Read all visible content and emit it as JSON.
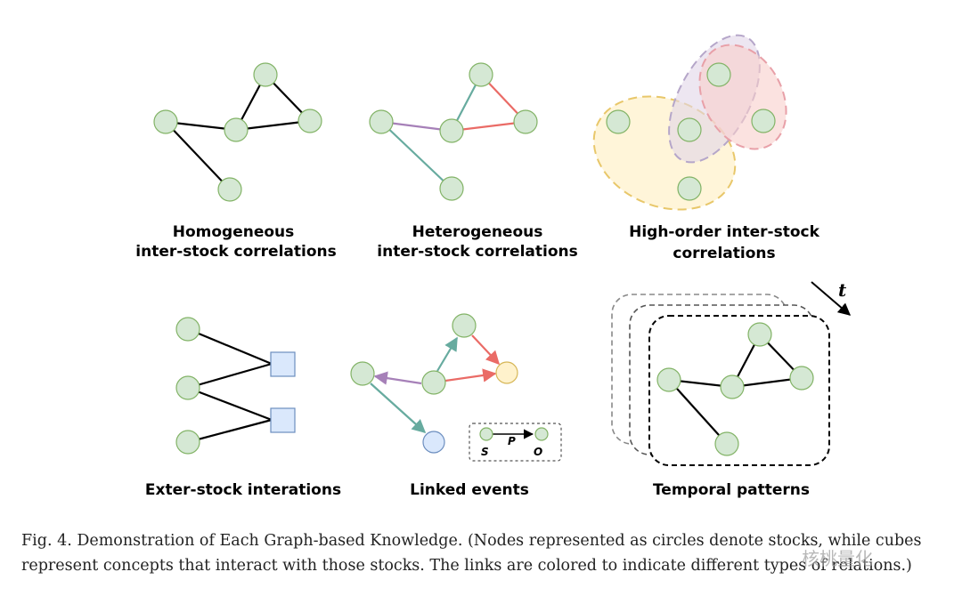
{
  "panels": [
    {
      "title_lines": [
        "Homogeneous",
        "inter-stock correlations"
      ]
    },
    {
      "title_lines": [
        "Heterogeneous",
        "inter-stock correlations"
      ]
    },
    {
      "title_lines": [
        "High-order  inter-stock",
        "correlations"
      ]
    },
    {
      "title_lines": [
        "Exter-stock interations"
      ]
    },
    {
      "title_lines": [
        "Linked events"
      ]
    },
    {
      "title_lines": [
        "Temporal patterns"
      ]
    }
  ],
  "legend": {
    "subject": "S",
    "predicate": "P",
    "object": "O"
  },
  "time_label": "t",
  "caption": "Fig. 4.  Demonstration of Each Graph-based Knowledge. (Nodes represented as circles denote stocks, while cubes represent concepts that interact with those stocks. The links are colored to indicate different types of relations.)",
  "watermark": "核桃量化",
  "colors": {
    "node_fill": "#d5e8d4",
    "node_stroke": "#82b366",
    "concept_fill": "#dae8fc",
    "concept_stroke": "#6c8ebf",
    "event_fill": "#fff2cc",
    "link_purple": "#a680b8",
    "link_teal": "#67ab9f",
    "link_red": "#ea6b66",
    "hyper_yellow": "#f5d88f",
    "hyper_pink": "#e8a0a8",
    "hyper_lavender": "#b5a6c9"
  }
}
